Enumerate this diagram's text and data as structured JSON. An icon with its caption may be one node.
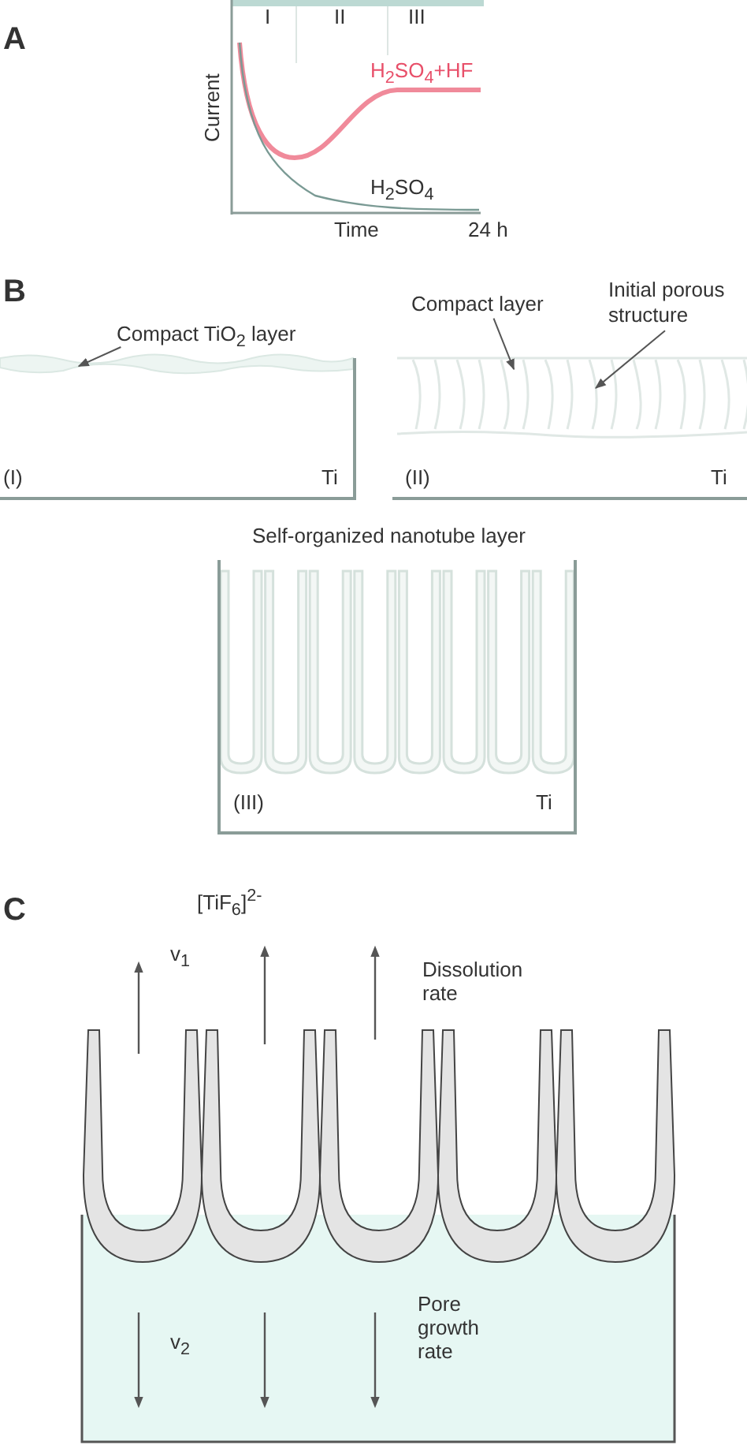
{
  "diagram": {
    "nodes": [
      {
        "text": [
          "Compact TiO$_{2}$ layer"
        ]
      },
      {
        "text": [
          "(I)",
          "Ti"
        ]
      },
      {
        "text": [
          "Compact layer"
        ]
      },
      {
        "text": [
          "Initial porous structure"
        ]
      },
      {
        "text": [
          "(II)",
          "Ti"
        ]
      },
      {
        "text": [
          "Self-organized nanotube layer",
          "(III)",
          "Ti"
        ]
      }
    ],
    "edges": [
      {
        "from": 0,
        "to": 1,
        "arrow": "to"
      },
      {
        "from": 2,
        "to": 4,
        "arrow": "to"
      },
      {
        "from": 3,
        "to": 4,
        "arrow": "to"
      }
    ],
    "labels": [
      "A",
      "I",
      "II",
      "III",
      "Current",
      "H$_{2}$SO$_{4}$+HF",
      "H$_{2}$SO$_{4}$",
      "Time",
      "24 h",
      "B",
      "C",
      "[TiF$_{6}$]$^{2-}$",
      "v$_{1}$",
      "Dissolution rate",
      "v$_{2}$",
      "Pore growth rate"
    ]
  }
}
